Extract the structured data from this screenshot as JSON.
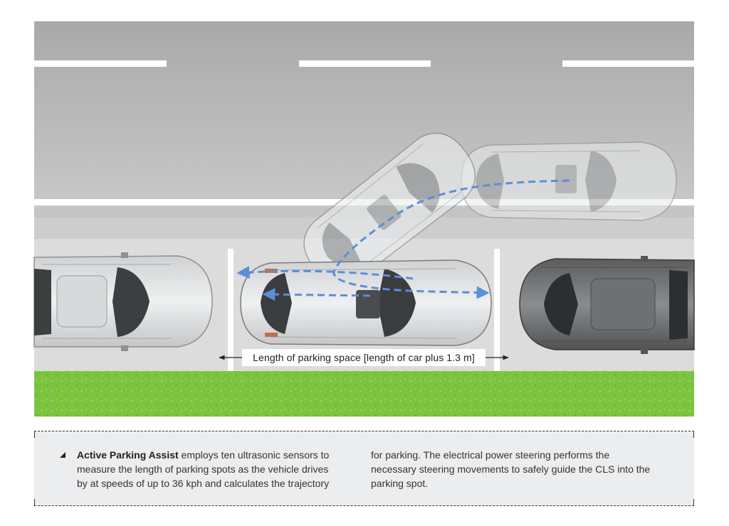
{
  "diagram": {
    "parking_space_label": "Length of parking space [length of car plus  1.3 m]",
    "colors": {
      "road": "#bdbdbd",
      "sidewalk": "#dcdcdc",
      "grass": "#7cc440",
      "trajectory": "#5b8fd6",
      "lane_marking": "#ffffff"
    }
  },
  "caption": {
    "lead": "Active Parking Assist",
    "col1_rest": " employs ten ultrasonic sensors to measure the length of parking spots as the vehicle drives by at speeds of up to 36 kph and calculates the trajectory",
    "col2": "for parking. The electrical power steering performs the necessary steering movements to safely guide the CLS into the parking spot."
  }
}
